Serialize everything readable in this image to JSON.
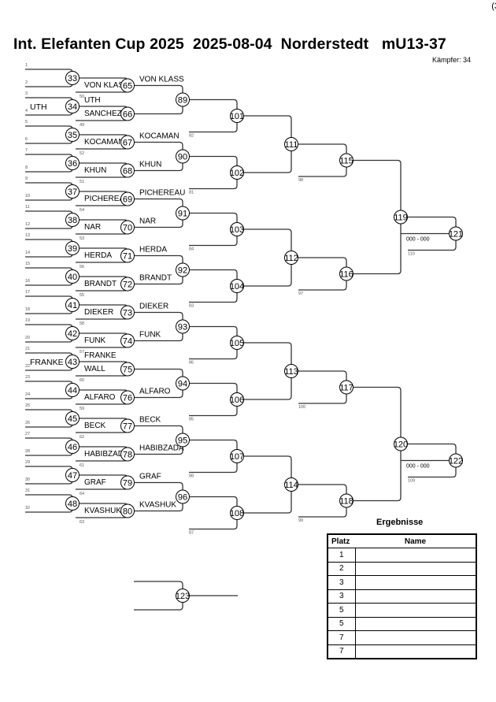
{
  "corner_mark": "(3",
  "header": {
    "title": "Int. Elefanten Cup 2025  2025-08-04  Norderstedt   mU13-37",
    "fighter_count": "Kämpfer: 34"
  },
  "bracket": {
    "round1": [
      {
        "match": "33",
        "slots": [
          "1",
          "2"
        ],
        "entry_names": [
          "",
          ""
        ]
      },
      {
        "match": "34",
        "slots": [
          "3",
          "4"
        ],
        "entry_names": [
          "UTH",
          ""
        ]
      },
      {
        "match": "35",
        "slots": [
          "5",
          "6"
        ],
        "entry_names": [
          "",
          ""
        ]
      },
      {
        "match": "36",
        "slots": [
          "7",
          "8"
        ],
        "entry_names": [
          "",
          ""
        ]
      },
      {
        "match": "37",
        "slots": [
          "9",
          "10"
        ],
        "entry_names": [
          "",
          ""
        ]
      },
      {
        "match": "38",
        "slots": [
          "11",
          "12"
        ],
        "entry_names": [
          "",
          ""
        ]
      },
      {
        "match": "39",
        "slots": [
          "13",
          "14"
        ],
        "entry_names": [
          "",
          ""
        ]
      },
      {
        "match": "40",
        "slots": [
          "15",
          "16"
        ],
        "entry_names": [
          "",
          ""
        ]
      },
      {
        "match": "41",
        "slots": [
          "17",
          "18"
        ],
        "entry_names": [
          "",
          ""
        ]
      },
      {
        "match": "42",
        "slots": [
          "19",
          "20"
        ],
        "entry_names": [
          "",
          ""
        ]
      },
      {
        "match": "43",
        "slots": [
          "21",
          "22"
        ],
        "entry_names": [
          "FRANKE",
          ""
        ]
      },
      {
        "match": "44",
        "slots": [
          "23",
          "24"
        ],
        "entry_names": [
          "",
          ""
        ]
      },
      {
        "match": "45",
        "slots": [
          "25",
          "26"
        ],
        "entry_names": [
          "",
          ""
        ]
      },
      {
        "match": "46",
        "slots": [
          "27",
          "28"
        ],
        "entry_names": [
          "",
          ""
        ]
      },
      {
        "match": "47",
        "slots": [
          "29",
          "30"
        ],
        "entry_names": [
          "",
          ""
        ]
      },
      {
        "match": "48",
        "slots": [
          "31",
          "32"
        ],
        "entry_names": [
          "",
          ""
        ]
      }
    ],
    "round2": [
      {
        "match": "65",
        "top": "",
        "bottom": "VON KLASS",
        "loser_ref": "50"
      },
      {
        "match": "66",
        "top": "UTH",
        "bottom": "SANCHEZ",
        "loser_ref": "49"
      },
      {
        "match": "67",
        "top": "",
        "bottom": "KOCAMAN",
        "loser_ref": "52"
      },
      {
        "match": "68",
        "top": "",
        "bottom": "KHUN",
        "loser_ref": "51"
      },
      {
        "match": "69",
        "top": "",
        "bottom": "PICHEREAU",
        "loser_ref": "54"
      },
      {
        "match": "70",
        "top": "",
        "bottom": "NAR",
        "loser_ref": "53"
      },
      {
        "match": "71",
        "top": "",
        "bottom": "HERDA",
        "loser_ref": "56"
      },
      {
        "match": "72",
        "top": "",
        "bottom": "BRANDT",
        "loser_ref": "55"
      },
      {
        "match": "73",
        "top": "",
        "bottom": "DIEKER",
        "loser_ref": "58"
      },
      {
        "match": "74",
        "top": "",
        "bottom": "FUNK",
        "loser_ref": "57"
      },
      {
        "match": "75",
        "top": "FRANKE",
        "bottom": "WALL",
        "loser_ref": "60"
      },
      {
        "match": "76",
        "top": "",
        "bottom": "ALFARO",
        "loser_ref": "59"
      },
      {
        "match": "77",
        "top": "",
        "bottom": "BECK",
        "loser_ref": "62"
      },
      {
        "match": "78",
        "top": "",
        "bottom": "HABIBZADA",
        "loser_ref": "61"
      },
      {
        "match": "79",
        "top": "",
        "bottom": "GRAF",
        "loser_ref": "64"
      },
      {
        "match": "80",
        "top": "",
        "bottom": "KVASHUK",
        "loser_ref": "63"
      }
    ],
    "round2_winners": [
      "VON KLASS",
      "",
      "KOCAMAN",
      "KHUN",
      "PICHEREAU",
      "NAR",
      "HERDA",
      "BRANDT",
      "DIEKER",
      "FUNK",
      "",
      "ALFARO",
      "BECK",
      "HABIBZADA",
      "GRAF",
      "KVASHUK"
    ],
    "round3": [
      "89",
      "90",
      "91",
      "92",
      "93",
      "94",
      "95",
      "96"
    ],
    "round4": [
      {
        "match": "101",
        "loser_ref": "82"
      },
      {
        "match": "102",
        "loser_ref": "81"
      },
      {
        "match": "103",
        "loser_ref": "84"
      },
      {
        "match": "104",
        "loser_ref": "83"
      },
      {
        "match": "105",
        "loser_ref": "86"
      },
      {
        "match": "106",
        "loser_ref": "85"
      },
      {
        "match": "107",
        "loser_ref": "88"
      },
      {
        "match": "108",
        "loser_ref": "87"
      }
    ],
    "round5": [
      "111",
      "112",
      "113",
      "114"
    ],
    "round6": [
      {
        "match": "115",
        "loser_ref": "98"
      },
      {
        "match": "116",
        "loser_ref": "97"
      },
      {
        "match": "117",
        "loser_ref": "100"
      },
      {
        "match": "118",
        "loser_ref": "99"
      }
    ],
    "semis": [
      "119",
      "120"
    ],
    "bronze": [
      {
        "match": "121",
        "score": "000 - 000",
        "loser_ref": "110"
      },
      {
        "match": "122",
        "score": "000 - 000",
        "loser_ref": "109"
      }
    ],
    "final": "123"
  },
  "results": {
    "title": "Ergebnisse",
    "columns": [
      "Platz",
      "Name"
    ],
    "rows": [
      {
        "place": "1",
        "name": ""
      },
      {
        "place": "2",
        "name": ""
      },
      {
        "place": "3",
        "name": ""
      },
      {
        "place": "3",
        "name": ""
      },
      {
        "place": "5",
        "name": ""
      },
      {
        "place": "5",
        "name": ""
      },
      {
        "place": "7",
        "name": ""
      },
      {
        "place": "7",
        "name": ""
      }
    ]
  }
}
